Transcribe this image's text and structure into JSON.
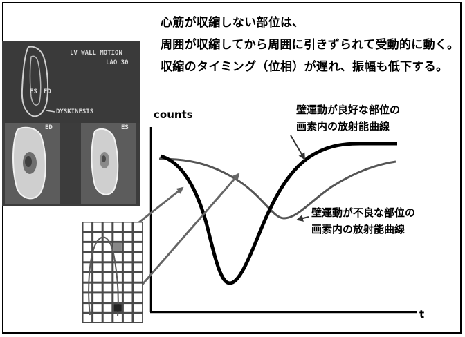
{
  "description": {
    "line1": "心筋が収縮しない部位は、",
    "line2": "周囲が収縮してから周囲に引きずられて受動的に動く。",
    "line3": "収縮のタイミング（位相）が遅れ、振幅も低下する。"
  },
  "scan_image": {
    "title": "LV WALL MOTION",
    "view": "LAO 30",
    "es_label": "ES",
    "ed_label": "ED",
    "dyskinesis_label": "DYSKINESIS",
    "panel_left_label": "ED",
    "panel_right_label": "ES"
  },
  "plot": {
    "ylabel": "counts",
    "xlabel": "t",
    "good_label": {
      "line1": "壁運動が良好な部位の",
      "line2": "画素内の放射能曲線"
    },
    "poor_label": {
      "line1": "壁運動が不良な部位の",
      "line2": "画素内の放射能曲線"
    },
    "colors": {
      "good": "#000000",
      "poor": "#555555",
      "arrow": "#666666"
    }
  },
  "pixel_grid": {
    "cols": 6,
    "rows": 10
  }
}
